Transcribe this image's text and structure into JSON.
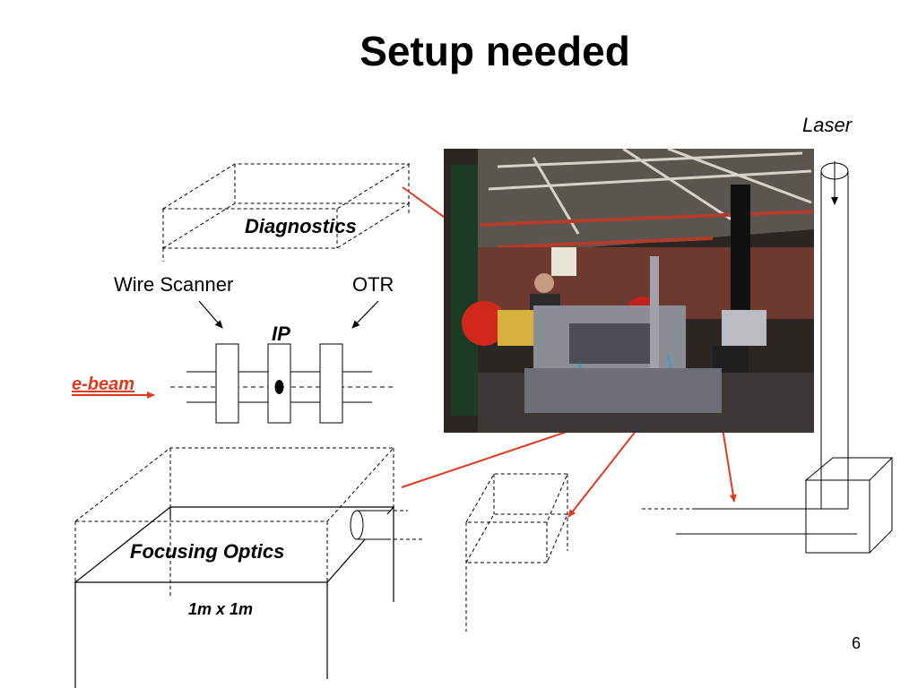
{
  "slide": {
    "title": "Setup needed",
    "page_number": "6"
  },
  "labels": {
    "diagnostics": "Diagnostics",
    "wire_scanner": "Wire Scanner",
    "otr": "OTR",
    "ip": "IP",
    "e_beam": "e-beam",
    "laser": "Laser",
    "focusing_optics": "Focusing Optics",
    "size": "1m x 1m"
  },
  "colors": {
    "arrow_red": "#e03a1e",
    "line": "#000000",
    "background": "#ffffff"
  }
}
